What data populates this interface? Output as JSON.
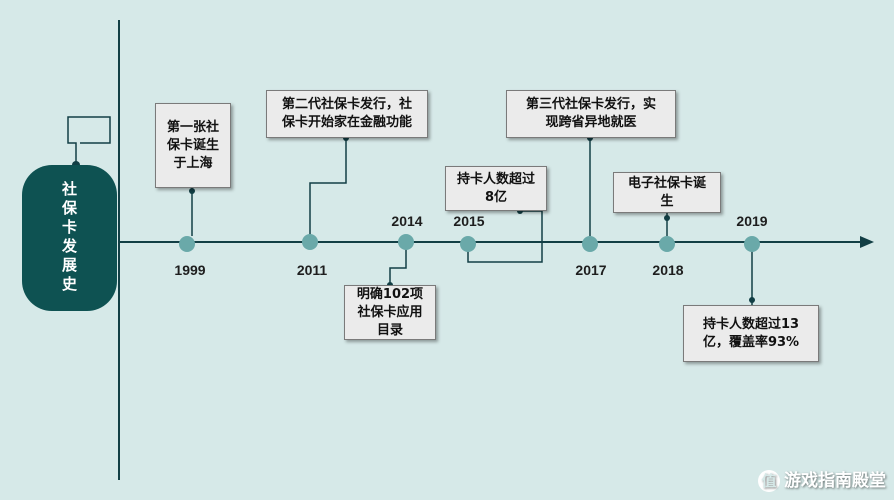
{
  "title": "社保卡发展史",
  "colors": {
    "background": "#d6e9e8",
    "line": "#123f45",
    "node": "#6aa9a9",
    "capsule": "#0e5252",
    "box": "#ebebeb"
  },
  "events": [
    {
      "id": "1999",
      "year": "1999",
      "label": "第一张社\n保卡诞生\n于上海"
    },
    {
      "id": "2011",
      "year": "2011",
      "label": "第二代社保卡发行，社\n保卡开始家在金融功能"
    },
    {
      "id": "2014",
      "year": "2014",
      "label": "明确102项\n社保卡应用\n目录"
    },
    {
      "id": "2015",
      "year": "2015",
      "label": "持卡人数超过\n8亿"
    },
    {
      "id": "2017",
      "year": "2017",
      "label": "第三代社保卡发行，实\n现跨省异地就医"
    },
    {
      "id": "2018",
      "year": "2018",
      "label": "电子社保卡诞\n生"
    },
    {
      "id": "2019",
      "year": "2019",
      "label": "持卡人数超过13\n亿，覆盖率93%"
    }
  ],
  "watermark": {
    "text": "游戏指南殿堂",
    "icon": "值"
  }
}
